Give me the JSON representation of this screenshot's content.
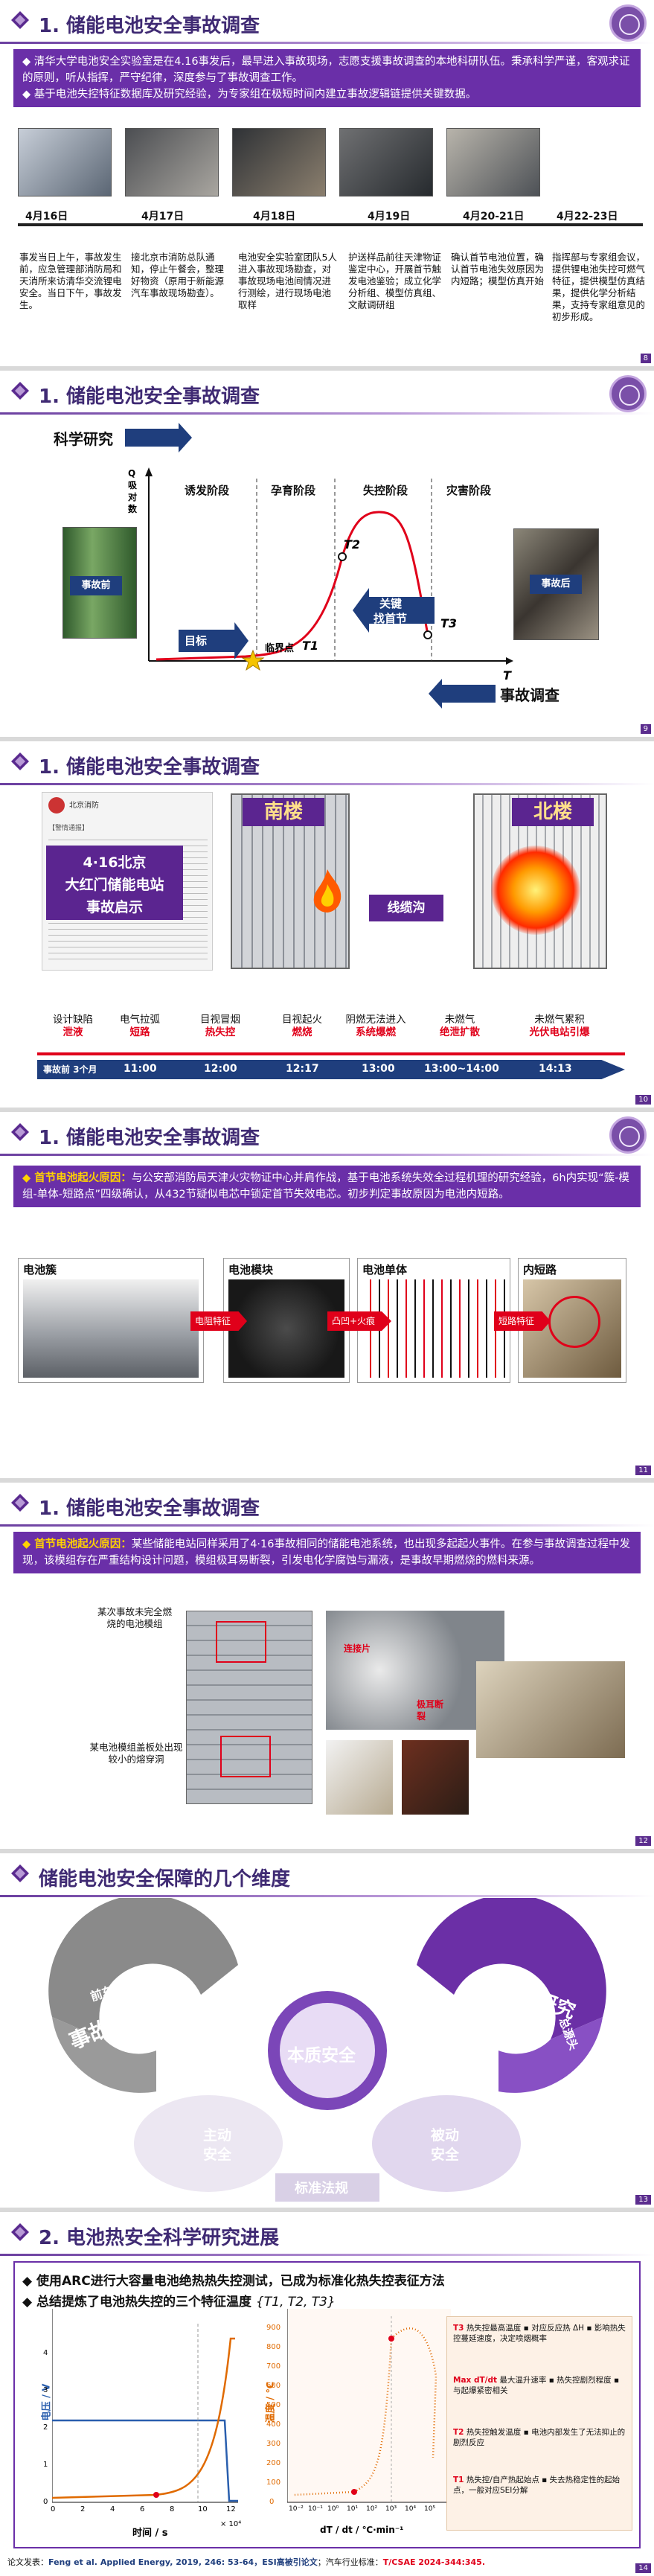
{
  "slides": {
    "s1": {
      "title": "1. 储能电池安全事故调查",
      "bullets": [
        "◆ 清华大学电池安全实验室是在4.16事发后，最早进入事故现场，志愿支援事故调查的本地科研队伍。秉承科学严谨，客观求证的原则，听从指挥，严守纪律，深度参与了事故调查工作。",
        "◆ 基于电池失控特征数据库及研究经验，为专家组在极短时间内建立事故逻辑链提供关键数据。"
      ],
      "timeline": [
        {
          "date": "4月16日",
          "desc": "事发当日上午，事故发生前，应急管理部消防局和天消所来访清华交流锂电安全。当日下午，事故发生。"
        },
        {
          "date": "4月17日",
          "desc": "接北京市消防总队通知，停止午餐会，整理好物资（原用于新能源汽车事故现场勘查）。"
        },
        {
          "date": "4月18日",
          "desc": "电池安全实验室团队5人进入事故现场勘查，对事故现场电池间情况进行测绘，进行现场电池取样"
        },
        {
          "date": "4月19日",
          "desc": "护送样品前往天津物证鉴定中心，开展首节触发电池鉴验；成立化学分析组、模型仿真组、文献调研组"
        },
        {
          "date": "4月20-21日",
          "desc": "确认首节电池位置，确认首节电池失效原因为内短路；模型仿真开始"
        },
        {
          "date": "4月22-23日",
          "desc": "指挥部与专家组会议，提供锂电池失控可燃气特征，提供模型仿真结果，提供化学分析结果，支持专家组意见的初步形成。"
        }
      ],
      "page": "8"
    },
    "s2": {
      "title": "1. 储能电池安全事故调查",
      "research_label": "科学研究",
      "investigation_label": "事故调查",
      "y_axis": "Q 吸 对 数",
      "x_axis": "T",
      "phases": [
        "诱发阶段",
        "孕育阶段",
        "失控阶段",
        "灾害阶段"
      ],
      "before_label": "事故前",
      "after_label": "事故后",
      "target_label": "目标",
      "critical_label": "临界点",
      "t1": "T1",
      "t2": "T2",
      "t3": "T3",
      "key_label_1": "关键",
      "key_label_2": "找首节",
      "page": "9"
    },
    "s3": {
      "title": "1. 储能电池安全事故调查",
      "news_source": "北京消防",
      "news_caption": "【警情通报】",
      "headline_1": "4·16北京",
      "headline_2": "大红门储能电站",
      "headline_3": "事故启示",
      "south": "南楼",
      "north": "北楼",
      "cable": "线缆沟",
      "events": [
        {
          "line1": "设计缺陷",
          "line2": "泄液"
        },
        {
          "line1": "电气拉弧",
          "line2": "短路"
        },
        {
          "line1": "目视冒烟",
          "line2": "热失控"
        },
        {
          "line1": "目视起火",
          "line2": "燃烧"
        },
        {
          "line1": "阴燃无法进入",
          "line2": "系统爆燃"
        },
        {
          "line1": "未燃气",
          "line2": "绝泄扩散"
        },
        {
          "line1": "未燃气累积",
          "line2": "光伏电站引爆"
        }
      ],
      "times": [
        "事故前 3个月",
        "11:00",
        "12:00",
        "12:17",
        "13:00",
        "13:00~14:00",
        "14:13"
      ],
      "page": "10"
    },
    "s4": {
      "title": "1. 储能电池安全事故调查",
      "text_lead": "◆ 首节电池起火原因：",
      "text_body": "与公安部消防局天津火灾物证中心并肩作战，基于电池系统失效全过程机理的研究经验，6h内实现“簇-模组-单体-短路点”四级确认，从432节疑似电芯中锁定首节失效电芯。初步判定事故原因为电池内短路。",
      "panels": [
        "电池簇",
        "电池模块",
        "电池单体",
        "内短路"
      ],
      "arrows": [
        "电阻特征",
        "凸凹+火痕",
        "短路特征"
      ],
      "page": "11"
    },
    "s5": {
      "title": "1. 储能电池安全事故调查",
      "text_lead": "◆ 首节电池起火原因：",
      "text_body": "某些储能电站同样采用了4·16事故相同的储能电池系统，也出现多起起火事件。在参与事故调查过程中发现，该模组存在严重结构设计问题，模组极耳易断裂，引发电化学腐蚀与漏液，是事故早期燃烧的燃料来源。",
      "caption_1": "某次事故未完全燃烧的电池模组",
      "caption_2": "某电池模组盖板处出现较小的熔穿洞",
      "cap_3": "连接片",
      "cap_4": "极耳断裂",
      "page": "12"
    },
    "s6": {
      "title": "储能电池安全保障的几个维度",
      "left_top": "前车之鉴",
      "left_main": "事故调查",
      "right_top": "科学研究",
      "right_sub": "总源头",
      "center": "本质安全",
      "active": "主动 安全",
      "passive": "被动 安全",
      "standard": "标准法规",
      "page": "13"
    },
    "s7": {
      "title": "2. 电池热安全科学研究进展",
      "bullet_1": "◆ 使用ARC进行大容量电池绝热热失控测试，已成为标准化热失控表征方法",
      "bullet_2": "◆ 总结提炼了电池热失控的三个特征温度",
      "bullet_2_sym": "{T1, T2, T3}",
      "y1_label": "电压 / V",
      "y2_label": "温度 / ℃",
      "x1_label": "时间 / s",
      "x2_label": "dT / dt / ℃·min⁻¹",
      "y1_ticks": [
        "0",
        "1",
        "2",
        "3",
        "4"
      ],
      "x1_ticks": [
        "0",
        "2",
        "4",
        "6",
        "8",
        "10",
        "12"
      ],
      "x1_exp": "× 10⁴",
      "y2_ticks": [
        "0",
        "100",
        "200",
        "300",
        "400",
        "500",
        "600",
        "700",
        "800",
        "900"
      ],
      "x2_ticks": [
        "10⁻²",
        "10⁻¹",
        "10⁰",
        "10¹",
        "10²",
        "10³",
        "10⁴",
        "10⁵"
      ],
      "legend": [
        {
          "key": "T3",
          "text": "热失控最高温度 ▪ 对应反应热 ΔH ▪ 影响热失控蔓延速度，决定喷烟概率"
        },
        {
          "key": "Max dT/dt",
          "text": "最大温升速率 ▪ 热失控剧烈程度 ▪ 与起爆紧密相关"
        },
        {
          "key": "T2",
          "text": "热失控触发温度 ▪ 电池内部发生了无法抑止的剧烈反应"
        },
        {
          "key": "T1",
          "text": "热失控/自产热起始点 ▪ 失去热稳定性的起始点，一般对应SEI分解"
        }
      ],
      "footer_1": "论文发表：",
      "footer_2": "Feng et al. Applied Energy, 2019, 246: 53-64，",
      "footer_3": "ESI高被引论文",
      "footer_4": "；汽车行业标准：",
      "footer_5": "T/CSAE 2024-344:345.",
      "page": "14"
    }
  }
}
